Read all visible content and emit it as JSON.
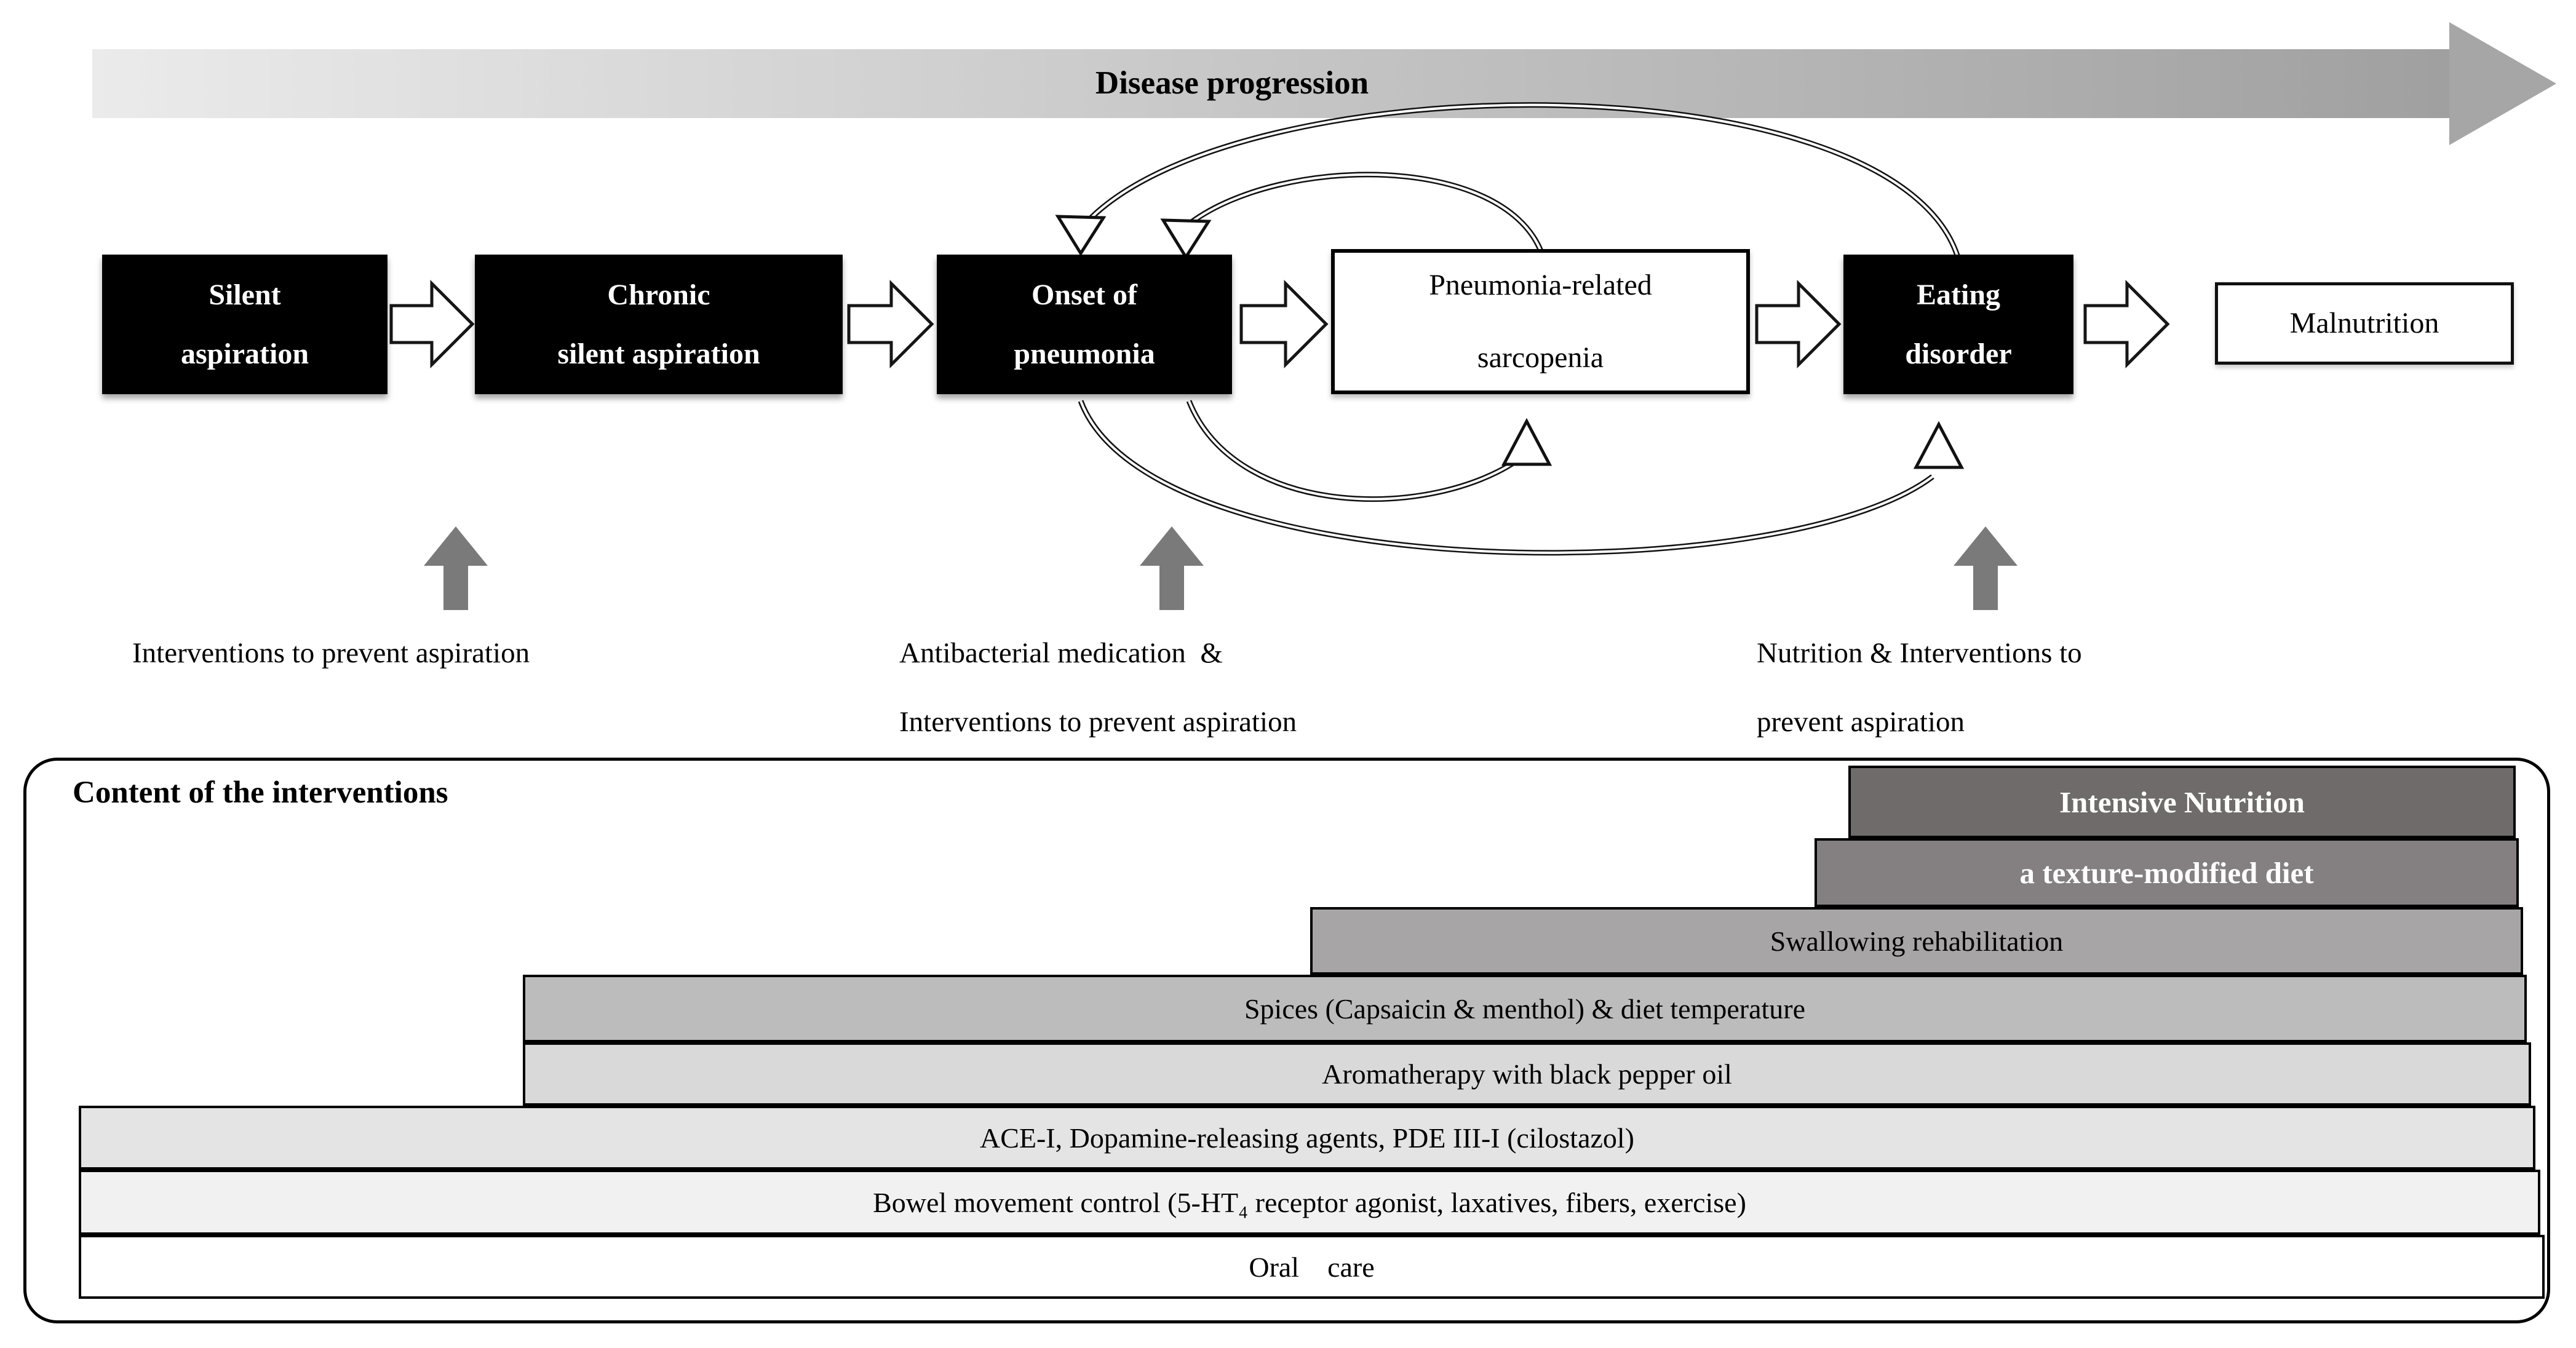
{
  "figure": {
    "progression_label": "Disease progression"
  },
  "flow": {
    "silent": {
      "line1": "Silent",
      "line2": "aspiration"
    },
    "chronic": {
      "line1": "Chronic",
      "line2": "silent aspiration"
    },
    "onset": {
      "line1": "Onset of",
      "line2": "pneumonia"
    },
    "sarcopenia": {
      "line1": "Pneumonia-related",
      "line2": "sarcopenia"
    },
    "eating": {
      "line1": "Eating",
      "line2": "disorder"
    },
    "malnutrition": {
      "label": "Malnutrition"
    }
  },
  "interventions": {
    "first": {
      "line1": "Interventions to prevent aspiration"
    },
    "second": {
      "line1": "Antibacterial medication  &",
      "line2": "Interventions to prevent aspiration"
    },
    "third": {
      "line1": "Nutrition & Interventions to",
      "line2": "prevent aspiration"
    }
  },
  "panel": {
    "title": "Content of the interventions",
    "bars": [
      {
        "label": "Intensive Nutrition",
        "bg": "#6e6b6a",
        "fg": "#ffffff"
      },
      {
        "label": "a texture-modified diet",
        "bg": "#848081",
        "fg": "#ffffff"
      },
      {
        "label": "Swallowing rehabilitation",
        "bg": "#a7a5a6",
        "fg": "#000000"
      },
      {
        "label": "Spices (Capsaicin & menthol) & diet temperature",
        "bg": "#bcbcbc",
        "fg": "#000000"
      },
      {
        "label": "Aromatherapy with black pepper oil",
        "bg": "#d9d9d9",
        "fg": "#000000"
      },
      {
        "label": "ACE-I, Dopamine-releasing agents, PDE III-I (cilostazol)",
        "bg": "#e4e4e4",
        "fg": "#000000"
      },
      {
        "label": "Bowel movement control (5-HT₄ receptor agonist, laxatives, fibers, exercise)",
        "bg": "#f1f1f1",
        "fg": "#000000"
      },
      {
        "label": "Oral    care",
        "bg": "#ffffff",
        "fg": "#000000"
      }
    ]
  },
  "colors": {
    "progression_gradient_start": "#ebebeb",
    "progression_gradient_end": "#a0a0a0",
    "progression_head": "#a6a6a6",
    "intervention_arrow": "#7a7a7a"
  }
}
